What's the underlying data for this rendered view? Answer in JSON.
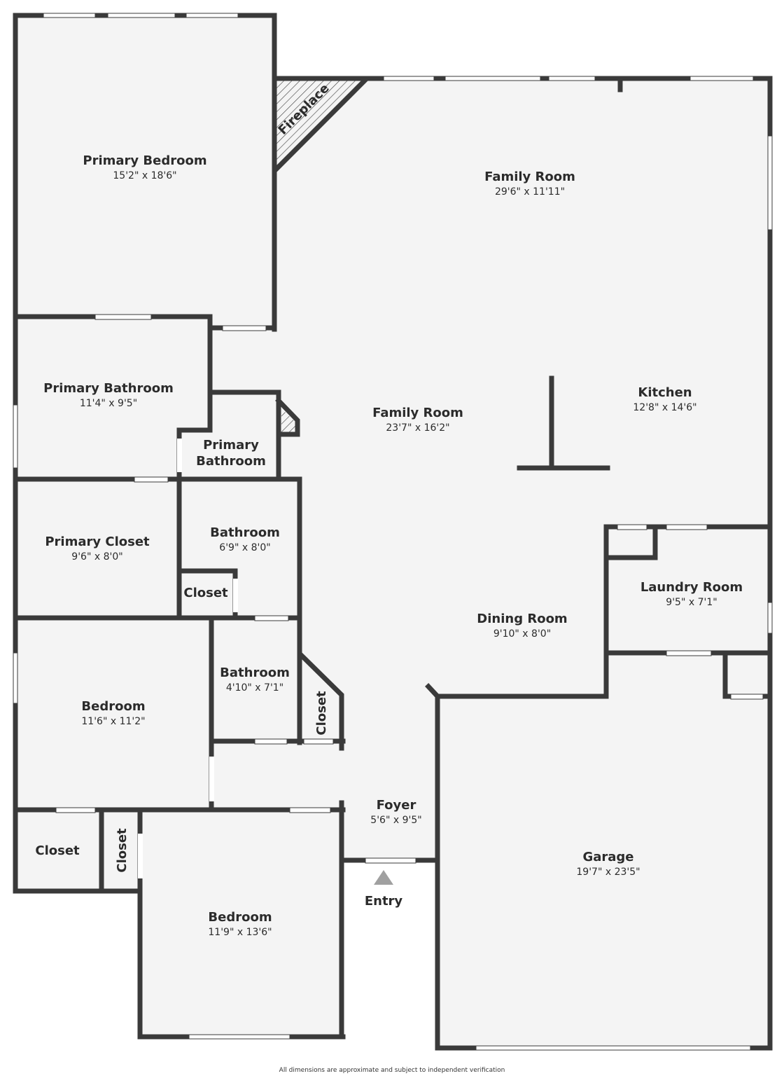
{
  "colors": {
    "wall": "#3a3a3a",
    "floor": "#f4f4f4",
    "window": "#ffffff",
    "text": "#2b2b2b",
    "arrow": "#a0a0a0"
  },
  "rooms": {
    "primary_bedroom": {
      "name": "Primary Bedroom",
      "dim": "15'2\" x 18'6\""
    },
    "fireplace": {
      "name": "Fireplace"
    },
    "family_room_top": {
      "name": "Family Room",
      "dim": "29'6\" x 11'11\""
    },
    "family_room_mid": {
      "name": "Family Room",
      "dim": "23'7\" x 16'2\""
    },
    "kitchen": {
      "name": "Kitchen",
      "dim": "12'8\" x 14'6\""
    },
    "primary_bathroom": {
      "name": "Primary Bathroom",
      "dim": "11'4\" x 9'5\""
    },
    "primary_bathroom_small": {
      "name_line1": "Primary",
      "name_line2": "Bathroom"
    },
    "primary_closet": {
      "name": "Primary Closet",
      "dim": "9'6\" x 8'0\""
    },
    "bathroom_1": {
      "name": "Bathroom",
      "dim": "6'9\" x 8'0\""
    },
    "closet_1": {
      "name": "Closet"
    },
    "laundry_room": {
      "name": "Laundry Room",
      "dim": "9'5\" x 7'1\""
    },
    "dining_room": {
      "name": "Dining Room",
      "dim": "9'10\" x 8'0\""
    },
    "bathroom_2": {
      "name": "Bathroom",
      "dim": "4'10\" x 7'1\""
    },
    "closet_2": {
      "name": "Closet"
    },
    "bedroom_1": {
      "name": "Bedroom",
      "dim": "11'6\" x 11'2\""
    },
    "foyer": {
      "name": "Foyer",
      "dim": "5'6\" x 9'5\""
    },
    "garage": {
      "name": "Garage",
      "dim": "19'7\" x 23'5\""
    },
    "closet_3": {
      "name": "Closet"
    },
    "closet_4": {
      "name": "Closet"
    },
    "entry": {
      "name": "Entry"
    },
    "bedroom_2": {
      "name": "Bedroom",
      "dim": "11'9\" x 13'6\""
    }
  },
  "footnote": "All dimensions are approximate and subject to independent verification"
}
